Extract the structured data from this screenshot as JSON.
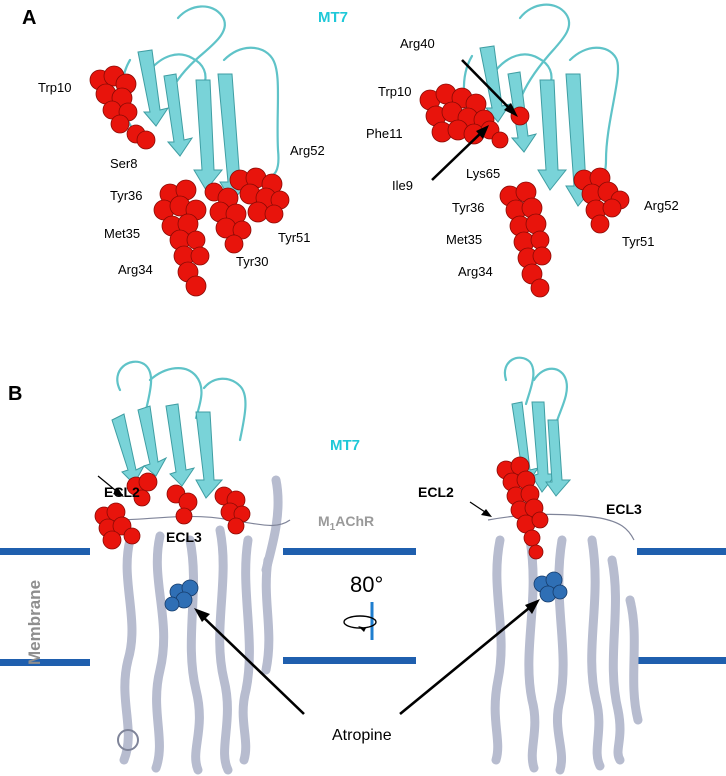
{
  "panel_a": {
    "letter": "A",
    "molecule_label": "MT7",
    "left_view_labels": [
      "Trp10",
      "Ser8",
      "Tyr36",
      "Met35",
      "Arg34",
      "Arg52",
      "Tyr51",
      "Tyr30"
    ],
    "right_view_labels": [
      "Arg40",
      "Trp10",
      "Phe11",
      "Ile9",
      "Lys65",
      "Tyr36",
      "Met35",
      "Arg34",
      "Arg52",
      "Tyr51"
    ]
  },
  "panel_b": {
    "letter": "B",
    "molecule_label": "MT7",
    "receptor_label_main": "M",
    "receptor_label_sub": "1",
    "receptor_label_rest": "AChR",
    "ecl2_label": "ECL2",
    "ecl3_label": "ECL3",
    "ecl2_label_right": "ECL2",
    "ecl3_label_right": "ECL3",
    "membrane_label": "Membrane",
    "rotation_label": "80°",
    "ligand_label": "Atropine"
  },
  "colors": {
    "toxin_ribbon": "#5fc3c8",
    "highlighted_residues": "#e8140c",
    "receptor_ribbon": "#b7bccf",
    "ligand": "#2f6fb5",
    "membrane": "#1f5fae",
    "mt7_label": "#1fc8d8"
  }
}
